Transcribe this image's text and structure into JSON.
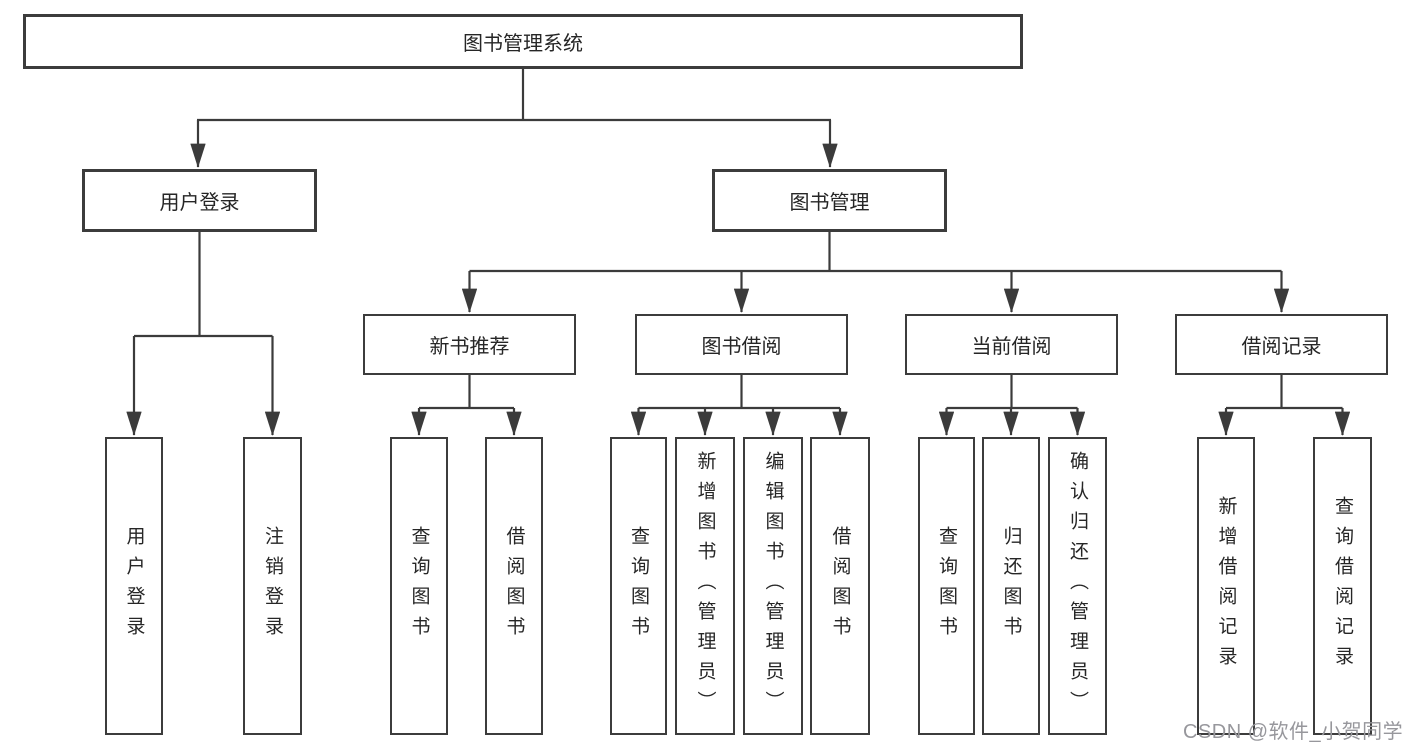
{
  "diagram": {
    "type": "tree",
    "colors": {
      "line": "#3b3b3b",
      "box_border": "#3c3c3c",
      "text": "#262626",
      "background": "#ffffff",
      "watermark": "#97979c"
    },
    "root": {
      "label": "图书管理系统"
    },
    "branches": [
      {
        "label": "用户登录",
        "children": [
          {
            "label": "用户登录"
          },
          {
            "label": "注销登录"
          }
        ]
      },
      {
        "label": "图书管理",
        "children": [
          {
            "label": "新书推荐",
            "children": [
              {
                "label": "查询图书"
              },
              {
                "label": "借阅图书"
              }
            ]
          },
          {
            "label": "图书借阅",
            "children": [
              {
                "label": "查询图书"
              },
              {
                "label": "新增图书（管理员）"
              },
              {
                "label": "编辑图书（管理员）"
              },
              {
                "label": "借阅图书"
              }
            ]
          },
          {
            "label": "当前借阅",
            "children": [
              {
                "label": "查询图书"
              },
              {
                "label": "归还图书"
              },
              {
                "label": "确认归还（管理员）"
              }
            ]
          },
          {
            "label": "借阅记录",
            "children": [
              {
                "label": "新增借阅记录"
              },
              {
                "label": "查询借阅记录"
              }
            ]
          }
        ]
      }
    ],
    "watermark": "CSDN @软件_小贺同学"
  }
}
